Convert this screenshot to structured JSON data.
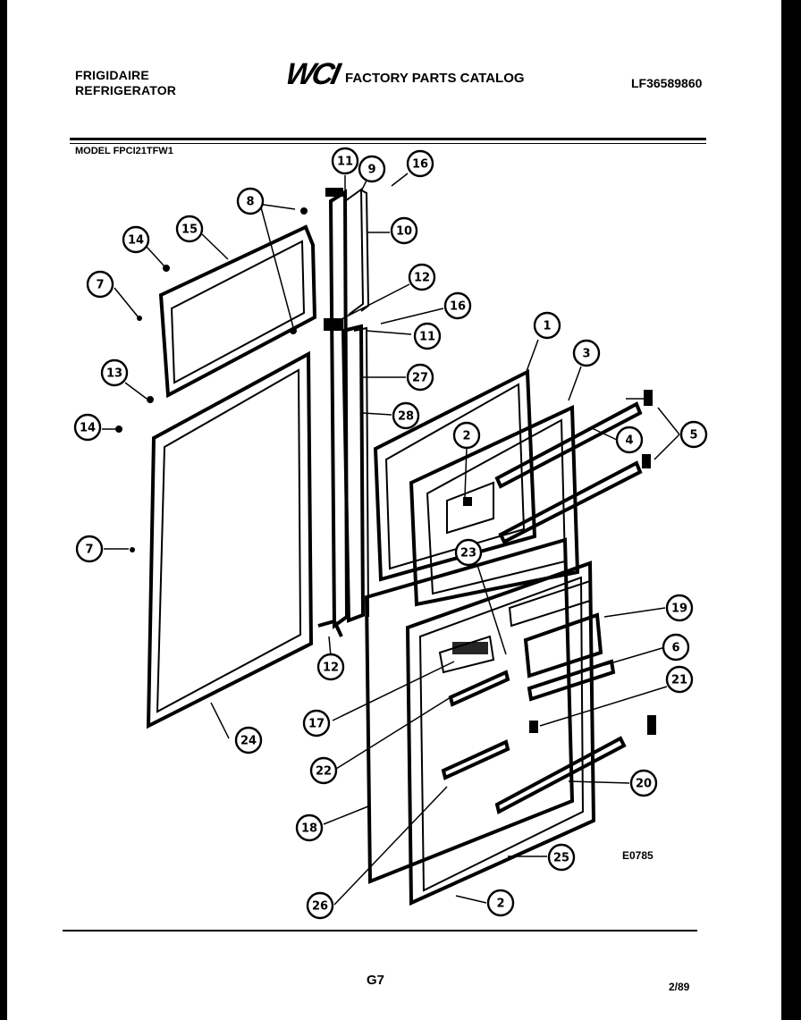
{
  "header": {
    "brand_line1": "FRIGIDAIRE",
    "brand_line2": "REFRIGERATOR",
    "logo": "WCI",
    "catalog_title": "FACTORY PARTS CATALOG",
    "document_number": "LF36589860"
  },
  "model_label": "MODEL FPCI21TFW1",
  "drawing_code": "E0785",
  "footer": {
    "page": "G7",
    "date": "2/89"
  },
  "callouts": [
    {
      "id": "c11a",
      "label": "11"
    },
    {
      "id": "c9",
      "label": "9"
    },
    {
      "id": "c16a",
      "label": "16"
    },
    {
      "id": "c8",
      "label": "8"
    },
    {
      "id": "c15",
      "label": "15"
    },
    {
      "id": "c10",
      "label": "10"
    },
    {
      "id": "c14a",
      "label": "14"
    },
    {
      "id": "c7a",
      "label": "7"
    },
    {
      "id": "c12a",
      "label": "12"
    },
    {
      "id": "c16b",
      "label": "16"
    },
    {
      "id": "c11b",
      "label": "11"
    },
    {
      "id": "c1",
      "label": "1"
    },
    {
      "id": "c13",
      "label": "13"
    },
    {
      "id": "c3",
      "label": "3"
    },
    {
      "id": "c27",
      "label": "27"
    },
    {
      "id": "c28",
      "label": "28"
    },
    {
      "id": "c14b",
      "label": "14"
    },
    {
      "id": "c2a",
      "label": "2"
    },
    {
      "id": "c4",
      "label": "4"
    },
    {
      "id": "c5",
      "label": "5"
    },
    {
      "id": "c7b",
      "label": "7"
    },
    {
      "id": "c23",
      "label": "23"
    },
    {
      "id": "c19",
      "label": "19"
    },
    {
      "id": "c12b",
      "label": "12"
    },
    {
      "id": "c6",
      "label": "6"
    },
    {
      "id": "c21",
      "label": "21"
    },
    {
      "id": "c17",
      "label": "17"
    },
    {
      "id": "c24",
      "label": "24"
    },
    {
      "id": "c22",
      "label": "22"
    },
    {
      "id": "c20",
      "label": "20"
    },
    {
      "id": "c18",
      "label": "18"
    },
    {
      "id": "c25",
      "label": "25"
    },
    {
      "id": "c26",
      "label": "26"
    },
    {
      "id": "c2b",
      "label": "2"
    }
  ]
}
